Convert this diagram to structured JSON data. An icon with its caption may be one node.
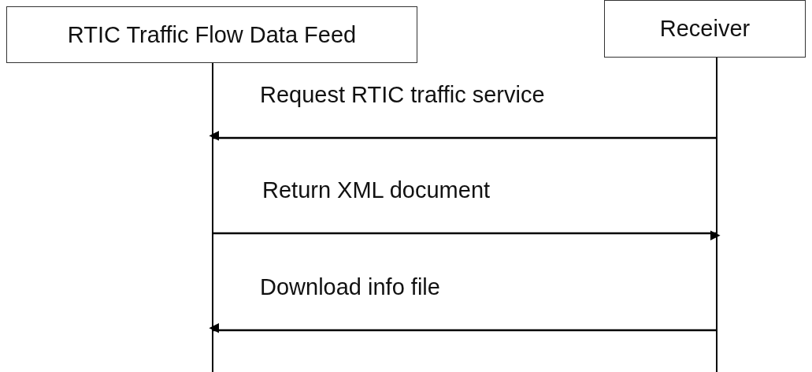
{
  "diagram": {
    "nodes": [
      {
        "text": [
          "RTIC Traffic Flow Data Feed"
        ]
      },
      {
        "text": [
          "Receiver"
        ]
      }
    ],
    "edges": [
      {
        "from": 1,
        "to": 0,
        "arrow": "to",
        "label": "Request RTIC traffic service"
      },
      {
        "from": 0,
        "to": 1,
        "arrow": "to",
        "label": "Return XML document"
      },
      {
        "from": 1,
        "to": 0,
        "arrow": "to",
        "label": "Download info file"
      }
    ]
  }
}
